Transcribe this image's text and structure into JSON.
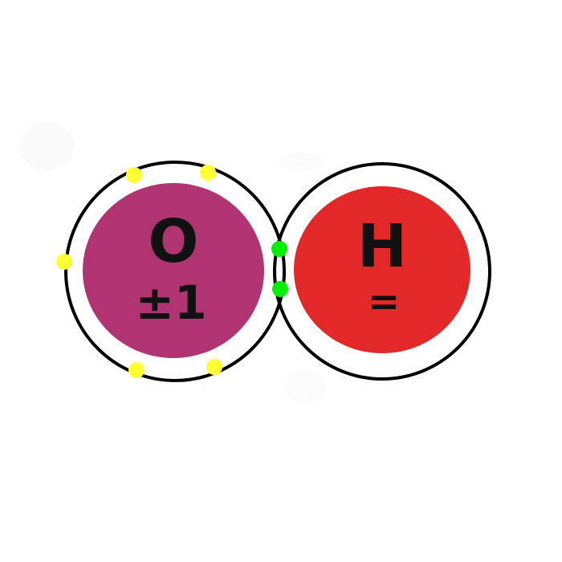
{
  "atoms": [
    {
      "symbol": "O",
      "charge": "±1",
      "fill_color": "#b03372",
      "lone_electron_color": "#ffff33"
    },
    {
      "symbol": "H",
      "charge": "=",
      "fill_color": "#e22828"
    }
  ],
  "bond": {
    "shared_electrons": 2,
    "electron_color": "#00ee00"
  },
  "shell_color": "#000000"
}
